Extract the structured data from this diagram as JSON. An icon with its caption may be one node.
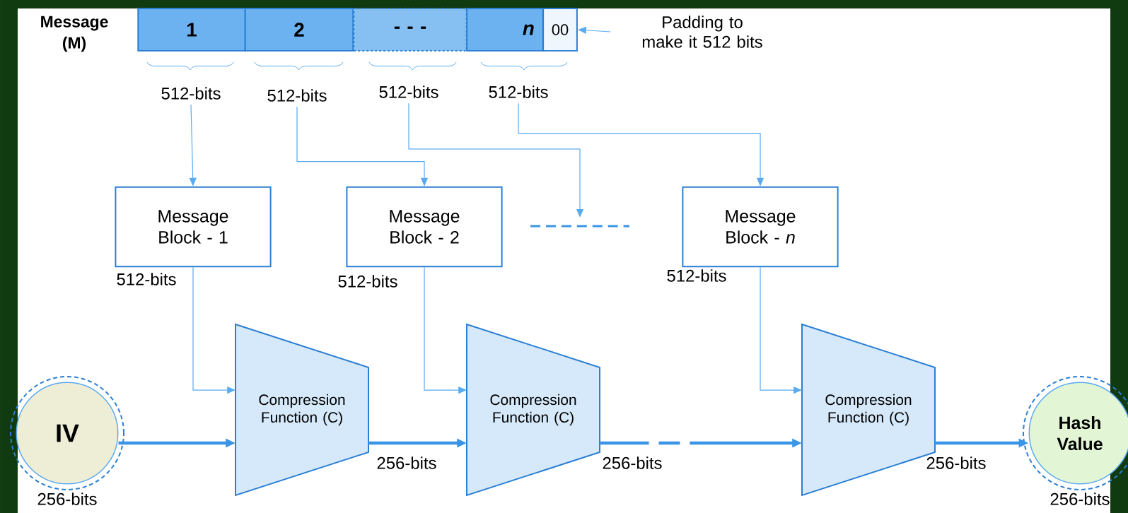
{
  "diagram": {
    "nodes": [
      {
        "text": [
          "1"
        ]
      },
      {
        "text": [
          "2"
        ]
      },
      {
        "text": [
          "- - -"
        ]
      },
      {
        "text": [
          "n"
        ]
      },
      {
        "text": [
          "00"
        ]
      },
      {
        "text": [
          "512-bits"
        ]
      },
      {
        "text": [
          "512-bits"
        ]
      },
      {
        "text": [
          "512-bits"
        ]
      },
      {
        "text": [
          "512-bits"
        ]
      },
      {
        "text": [
          "Message Block - 1"
        ]
      },
      {
        "text": [
          "Message Block - 2"
        ]
      },
      {
        "text": [],
        "shape": "line"
      },
      {
        "text": [
          "Message Block - *n*"
        ]
      },
      {
        "text": [
          "IV"
        ],
        "beside": [
          "256-bits"
        ]
      },
      {
        "text": [
          "Compression Function (C)"
        ]
      },
      {
        "text": [
          "Compression Function (C)"
        ]
      },
      {
        "text": [
          "Compression Function (C)"
        ]
      },
      {
        "text": [
          "Hash Value"
        ],
        "beside": [
          "256-bits"
        ]
      },
      {
        "text": [
          "Padding to make it 512 bits"
        ]
      }
    ],
    "edges": [
      {
        "from": 18,
        "to": 4,
        "arrow": "to"
      },
      {
        "from": 5,
        "to": 9,
        "arrow": "to"
      },
      {
        "from": 6,
        "to": 10,
        "arrow": "to"
      },
      {
        "from": 7,
        "to": 11,
        "arrow": "to"
      },
      {
        "from": 8,
        "to": 12,
        "arrow": "to"
      },
      {
        "from": 9,
        "to": 14,
        "arrow": "to",
        "label": "512-bits"
      },
      {
        "from": 10,
        "to": 15,
        "arrow": "to",
        "label": "512-bits"
      },
      {
        "from": 12,
        "to": 16,
        "arrow": "to",
        "label": "512-bits"
      },
      {
        "from": 13,
        "to": 14,
        "arrow": "to",
        "style": "thick"
      },
      {
        "from": 14,
        "to": 15,
        "arrow": "to",
        "style": "thick",
        "label": "256-bits"
      },
      {
        "from": 15,
        "to": 16,
        "arrow": "to",
        "style": "dashed",
        "label": "256-bits"
      },
      {
        "from": 16,
        "to": 17,
        "arrow": "to",
        "style": "thick",
        "label": "256-bits"
      }
    ],
    "labels": [
      "Message (M)"
    ]
  }
}
